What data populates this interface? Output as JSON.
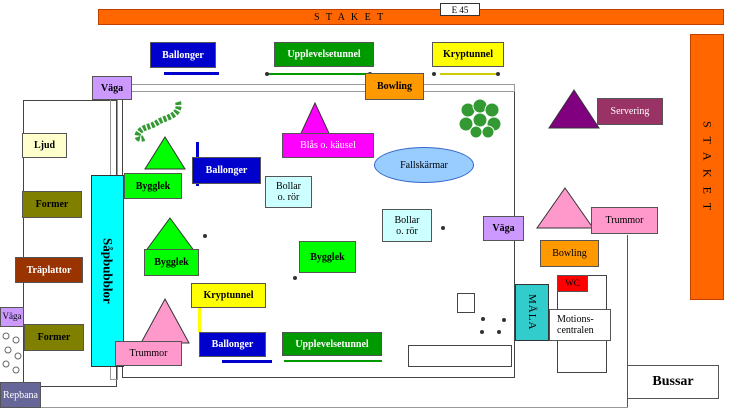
{
  "fences": {
    "top_label": "S T A K E T",
    "road_label": "E 45",
    "right_label": "S T A K E T"
  },
  "zones": {
    "ballonger_top": "Ballonger",
    "upplevelsetunnel_top": "Upplevelsetunnel",
    "kryptunnel_top": "Kryptunnel",
    "vaga_top": "Väga",
    "bowling_top": "Bowling",
    "servering": "Servering",
    "ljud": "Ljud",
    "blas_karusel": "Blås o. käusel",
    "fallskarmar": "Fallskärmar",
    "ballonger_mid": "Ballonger",
    "bygglek_left": "Bygglek",
    "bollar_left": "Bollar\no. rör",
    "former_top": "Former",
    "sapbubblor": "Såpbubblor",
    "bollar_right": "Bollar\no. rör",
    "vaga_right": "Väga",
    "trummor_right": "Trummor",
    "bygglek_lower": "Bygglek",
    "bygglek_center": "Bygglek",
    "bowling_right": "Bowling",
    "traplattor": "Träplattor",
    "wc": "WC",
    "kryptunnel_bottom": "Kryptunnel",
    "vaga_left": "Väga",
    "former_bottom": "Former",
    "mala": "MÅLA",
    "motionscentralen": "Motions-\ncentralen",
    "trummor_left": "Trummor",
    "ballonger_bottom": "Ballonger",
    "upplevelsetunnel_bottom": "Upplevelsetunnel",
    "bussar": "Bussar",
    "repbana": "Repbana"
  },
  "colors": {
    "fence": "#ff6600",
    "balloon_blue": "#0000cc",
    "tunnel_green": "#009900",
    "kryptunnel_yellow": "#ffff00",
    "vaga_purple": "#cc99ff",
    "bowling_orange": "#ff9900",
    "servering_purple": "#993366",
    "pink": "#ff99cc",
    "magenta": "#ff00ff",
    "bright_green": "#00ff00",
    "light_cyan": "#ccffff",
    "cyan": "#00ffff",
    "teal": "#33cccc",
    "red": "#ff0000",
    "olive": "#808000",
    "brown": "#993300",
    "slate": "#666699",
    "light_yellow": "#ffffcc",
    "light_blue": "#99ccff"
  }
}
